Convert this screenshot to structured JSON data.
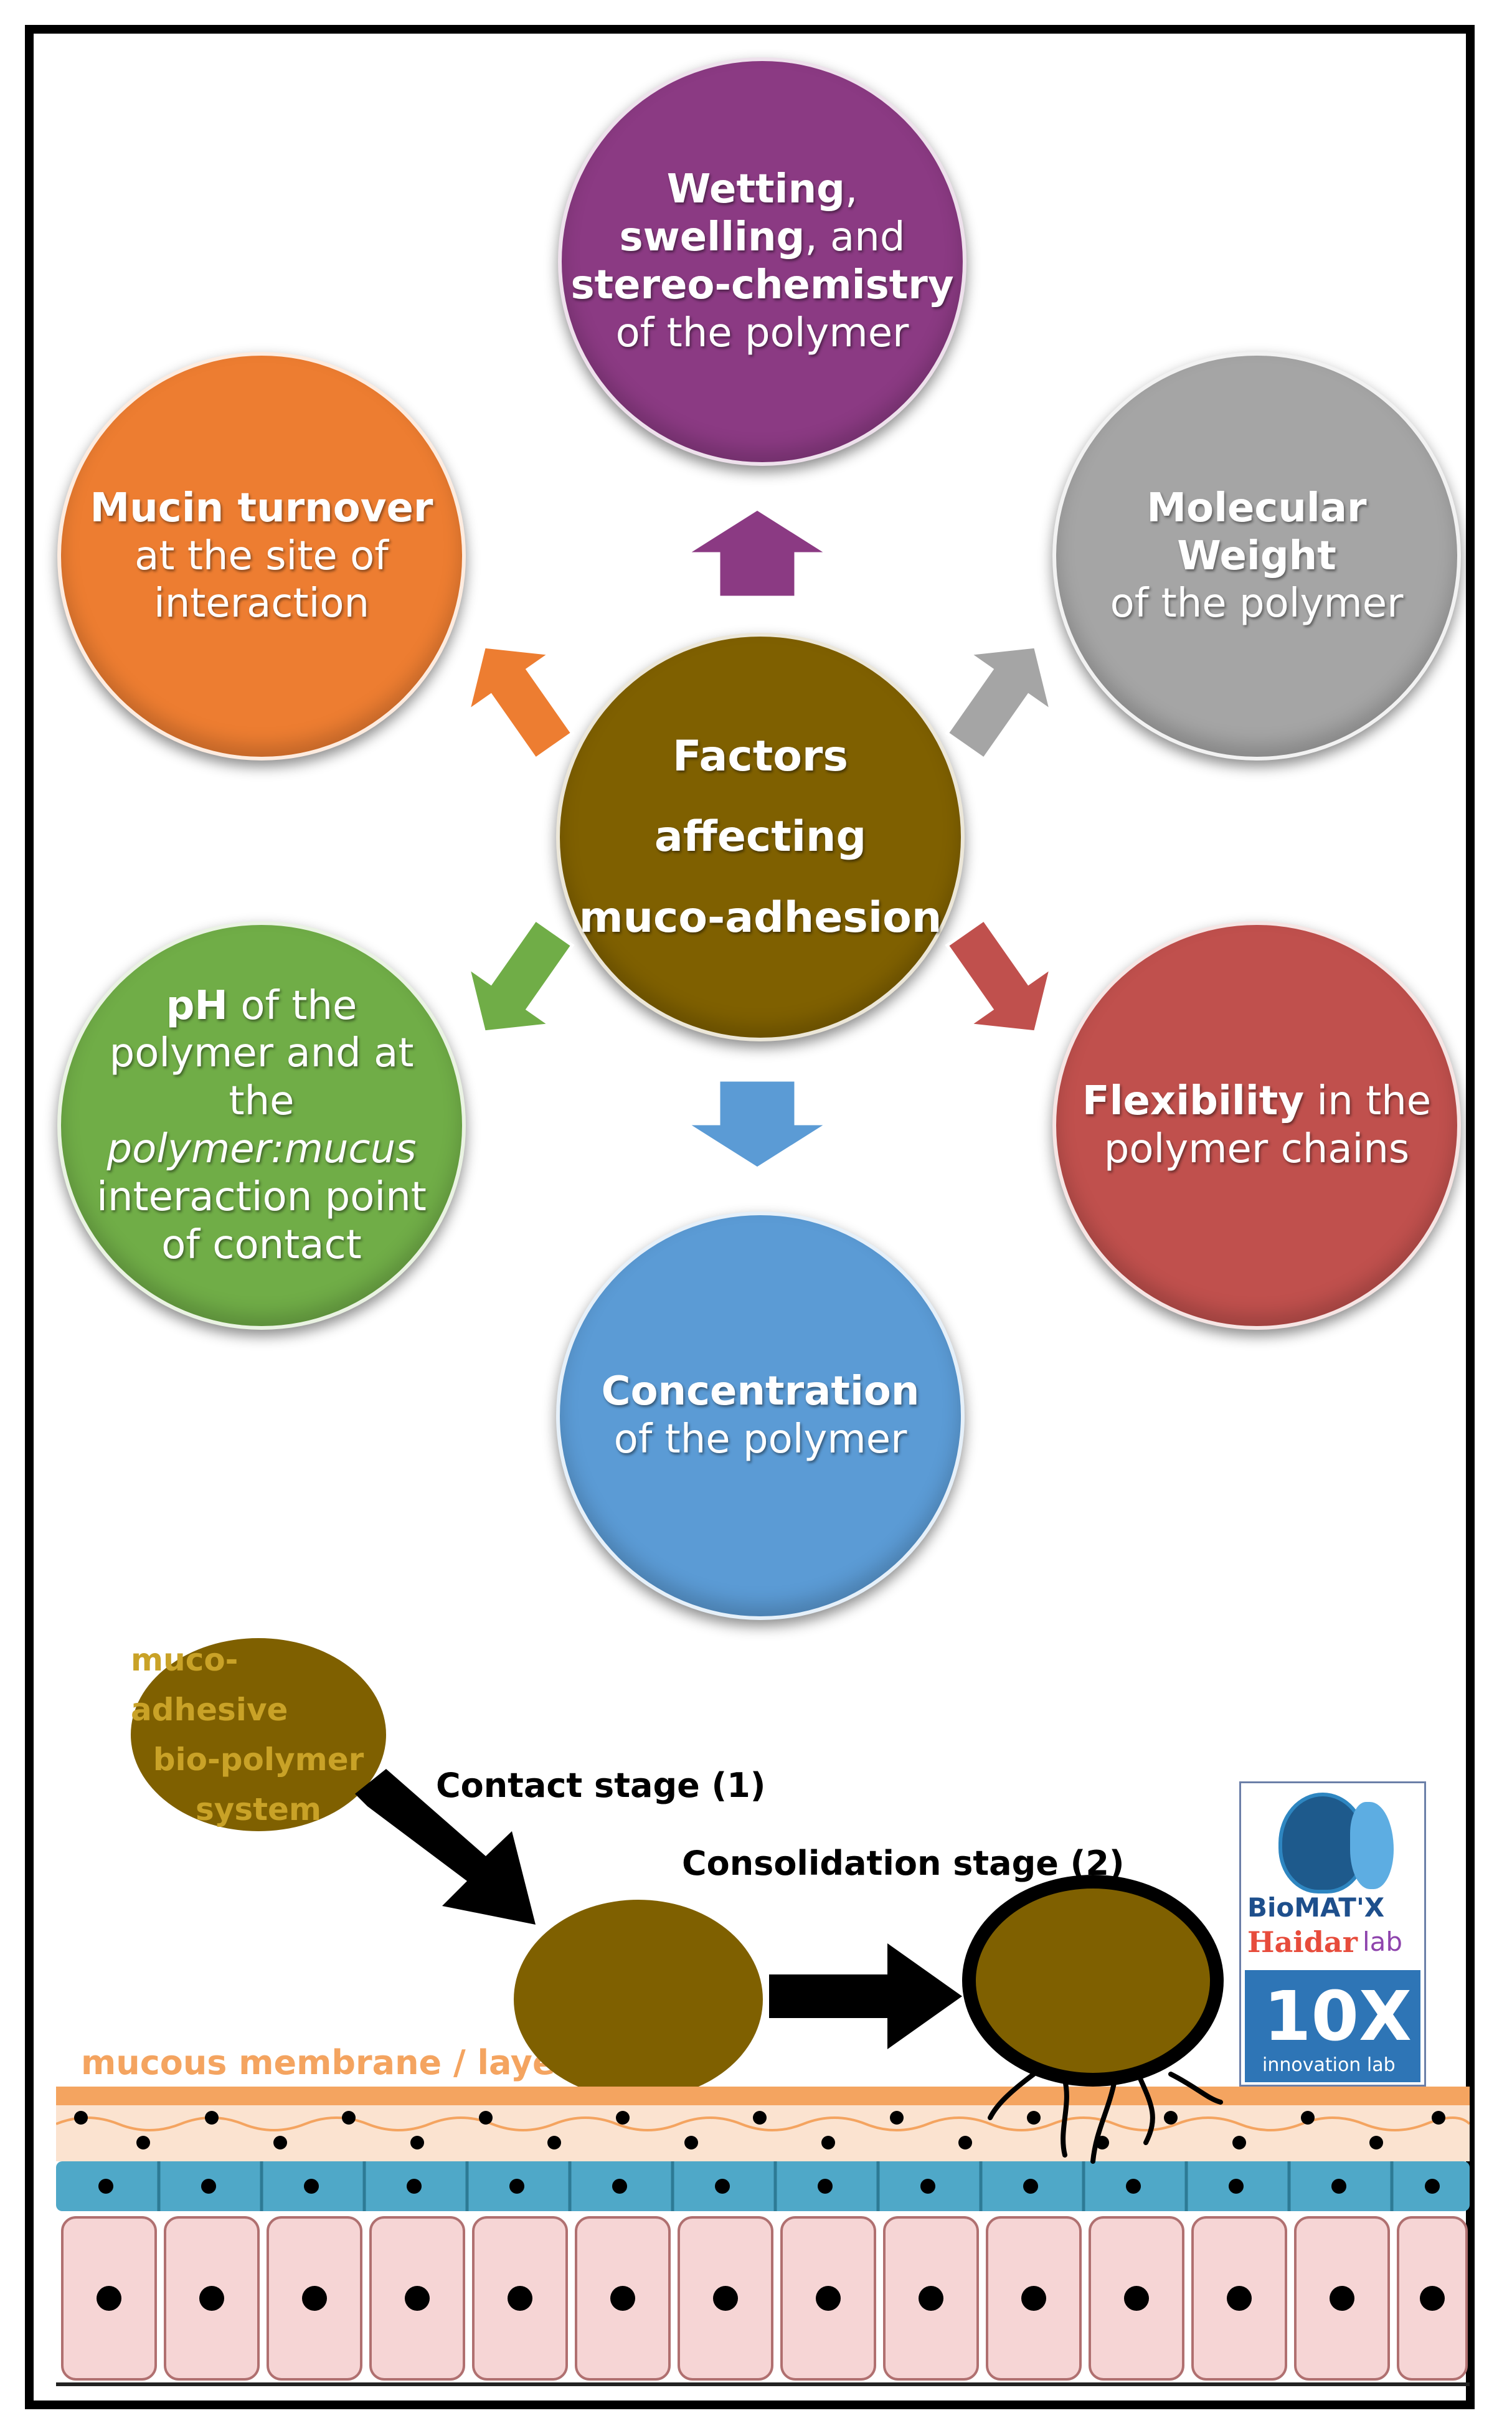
{
  "colors": {
    "purple": "#8B3A83",
    "gray": "#A5A5A5",
    "orange": "#ED7D31",
    "olive": "#7F6000",
    "green": "#70AD47",
    "red": "#C0504D",
    "blue": "#5B9BD5",
    "membrane": "#F4A460"
  },
  "center": {
    "line1": "Factors",
    "line2": "affecting",
    "line3": "muco-adhesion"
  },
  "top": {
    "b1": "Wetting",
    "t1": ",",
    "b2": "swelling",
    "t2": ", and",
    "b3": "stereo-chemistry",
    "t3": "of the polymer"
  },
  "right_top": {
    "b1": "Molecular",
    "b2": "Weight",
    "t1": "of the polymer"
  },
  "left_top": {
    "b1": "Mucin turnover",
    "t1": "at the site of",
    "t2": "interaction"
  },
  "left_bottom": {
    "b1": "pH",
    "t1": " of the",
    "t2": "polymer and at",
    "t3": "the",
    "i1": "polymer:mucus",
    "t4": "interaction point",
    "t5": "of contact"
  },
  "right_bottom": {
    "b1": "Flexibility",
    "t1": " in the",
    "t2": "polymer chains"
  },
  "bottom": {
    "b1": "Concentration",
    "t1": "of the polymer"
  },
  "process": {
    "system_line1": "muco-adhesive",
    "system_line2": "bio-polymer",
    "system_line3": "system",
    "contact_stage": "Contact stage (1)",
    "consolidation_stage": "Consolidation stage (2)",
    "membrane_label": "mucous membrane / layer"
  },
  "logo": {
    "biomatx": "BioMAT'X",
    "haidar": "Haidar",
    "lab": "lab",
    "tenx": "10X",
    "innovation": "innovation lab"
  }
}
